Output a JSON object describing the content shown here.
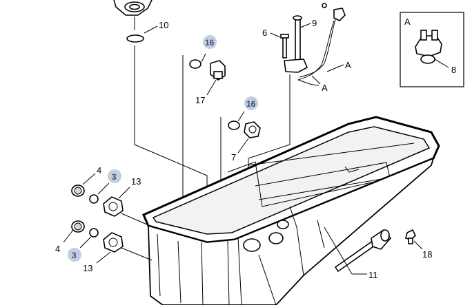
{
  "callouts": {
    "c10": "10",
    "c16a": "16",
    "c16b": "16",
    "c17": "17",
    "c7": "7",
    "c6": "6",
    "c9": "9",
    "cA1": "A",
    "cA2": "A",
    "c4a": "4",
    "c3a": "3",
    "c13a": "13",
    "c4b": "4",
    "c3b": "3",
    "c13b": "13",
    "c11": "11",
    "c18": "18"
  },
  "inset": {
    "title": "A",
    "callout": "8"
  },
  "colors": {
    "highlight_callout": "#c5cde0",
    "line": "#000000",
    "background": "#ffffff"
  }
}
